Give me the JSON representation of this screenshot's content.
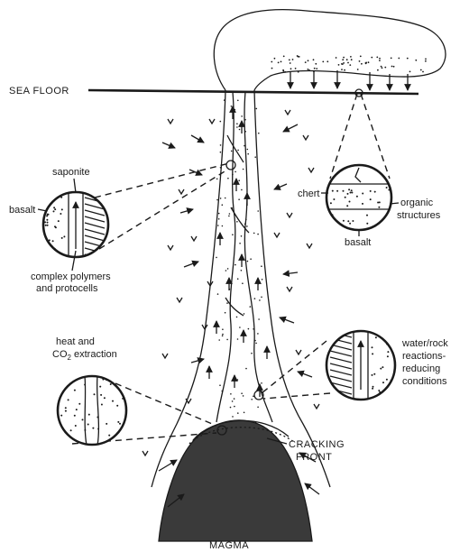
{
  "labels": {
    "sea_floor": "SEA FLOOR",
    "saponite": "saponite",
    "basalt_left": "basalt",
    "complex_polymers_line1": "complex polymers",
    "complex_polymers_line2": "and protocells",
    "heat_line1": "heat and",
    "heat_line2_prefix": "CO",
    "heat_line2_sub": "2",
    "heat_line2_suffix": " extraction",
    "chert": "chert",
    "organic_line1": "organic",
    "organic_line2": "structures",
    "basalt_right": "basalt",
    "water_line1": "water/rock",
    "water_line2": "reactions-",
    "water_line3": "reducing",
    "water_line4": "conditions",
    "cracking_line1": "CRACKING",
    "cracking_line2": "FRONT",
    "magma": "MAGMA"
  },
  "colors": {
    "ink": "#1a1a1a",
    "magma_fill": "#3a3a3a",
    "background": "#ffffff"
  }
}
